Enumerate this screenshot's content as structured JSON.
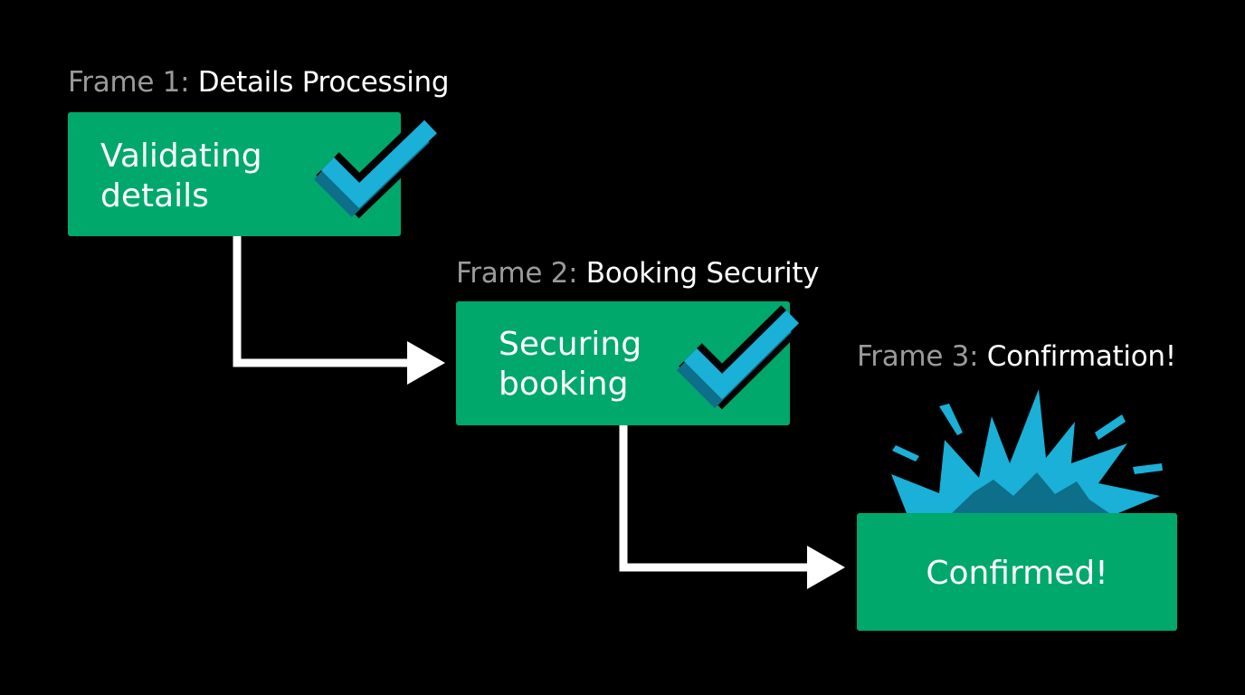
{
  "frames": [
    {
      "prefix": "Frame 1:",
      "name": "Details Processing",
      "box_text": "Validating\ndetails",
      "indicator": "checkmark-icon"
    },
    {
      "prefix": "Frame 2:",
      "name": "Booking Security",
      "box_text": "Securing\nbooking",
      "indicator": "checkmark-icon"
    },
    {
      "prefix": "Frame 3:",
      "name": "Confirmation!",
      "box_text": "Confirmed!",
      "indicator": "starburst-icon"
    }
  ],
  "colors": {
    "background": "#000000",
    "box_fill": "#00a86b",
    "accent": "#1ab0d8",
    "accent_dark": "#0d6f8a",
    "connector": "#ffffff",
    "label_prefix": "#9a9a9a",
    "label_name": "#ffffff"
  }
}
